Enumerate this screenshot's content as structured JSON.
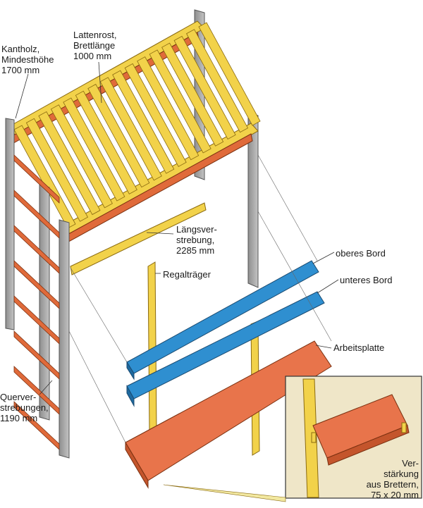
{
  "labels": {
    "kantholz": "Kantholz,\nMindesthöhe\n1700 mm",
    "lattenrost": "Lattenrost,\nBrettlänge\n1000 mm",
    "laengsverstrebung": "Längsver-\nstrebung,\n2285 mm",
    "regaltraeger": "Regalträger",
    "oberes_bord": "oberes Bord",
    "unteres_bord": "unteres Bord",
    "arbeitsplatte": "Arbeitsplatte",
    "querverstrebungen": "Querver-\nstrebungen,\n1190 mm",
    "verstaerkung": "Ver-\nstärkung\naus Brettern,\n75 x 20 mm"
  },
  "colors": {
    "wood_yellow": "#f2d24a",
    "wood_orange": "#e06a3a",
    "post_gray": "#a9a9a9",
    "board_blue": "#2f8fd0",
    "top_orange": "#e8744b"
  }
}
